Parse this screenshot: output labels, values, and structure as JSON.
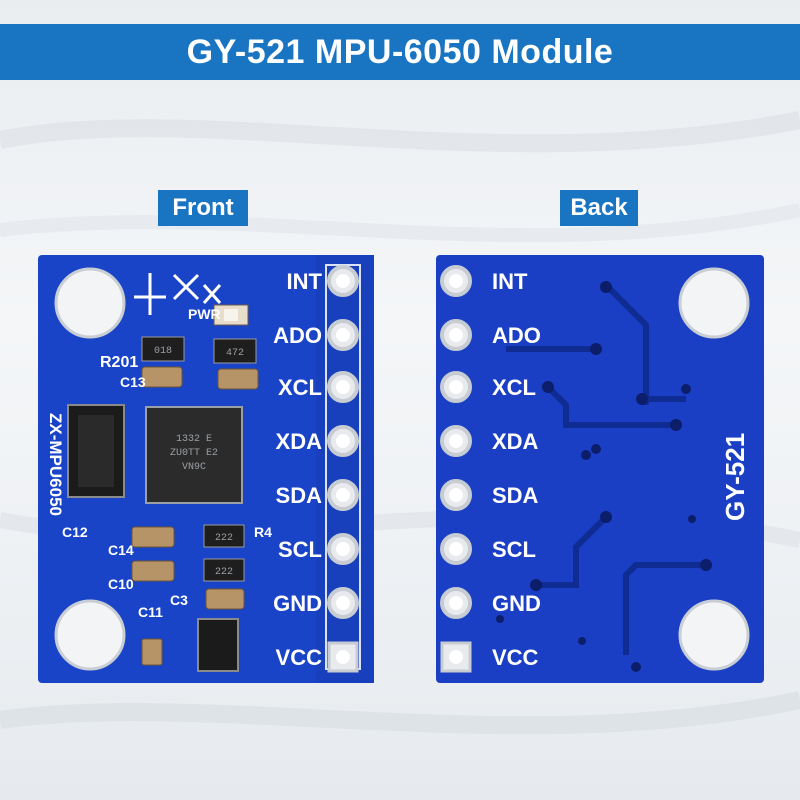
{
  "title": "GY-521 MPU-6050 Module",
  "labels": {
    "front": "Front",
    "back": "Back"
  },
  "front": {
    "pins": [
      "INT",
      "ADO",
      "XCL",
      "XDA",
      "SDA",
      "SCL",
      "GND",
      "VCC"
    ],
    "silk": {
      "model": "ZX-MPU6050",
      "r201": "R201",
      "pwr": "PWR",
      "r8": "018",
      "r472": "472",
      "c13": "C13",
      "c12": "C12",
      "c14": "C14",
      "c10": "C10",
      "c11": "C11",
      "c3": "C3",
      "r222a": "222",
      "r222b": "222",
      "r4": "R4",
      "chip_line1": "1332 E",
      "chip_line2": "ZU0TT E2",
      "chip_line3": "VN9C"
    }
  },
  "back": {
    "pins": [
      "INT",
      "ADO",
      "XCL",
      "XDA",
      "SDA",
      "SCL",
      "GND",
      "VCC"
    ],
    "model": "GY-521"
  },
  "colors": {
    "banner": "#1975c2",
    "pcb": "#1a44c8",
    "pcb_edge": "#0f2f9a"
  }
}
